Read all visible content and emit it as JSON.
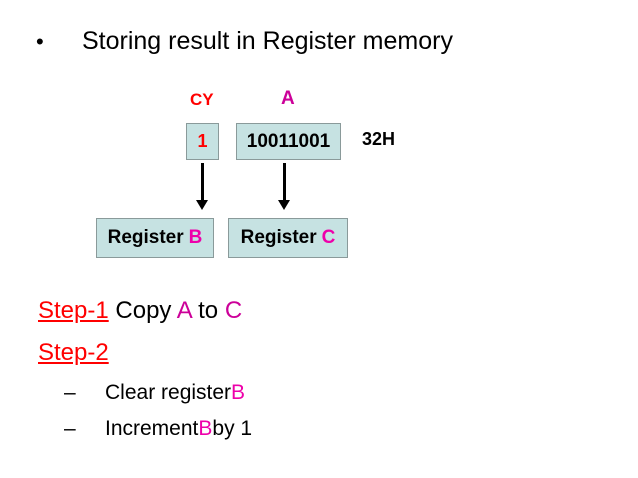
{
  "slide": {
    "title": {
      "bullet_glyph": "•",
      "text": "Storing result in Register memory"
    },
    "diagram": {
      "labels": {
        "carry_label": "CY",
        "accumulator_label": "A"
      },
      "boxes": {
        "carry_value": "1",
        "accumulator_value": "10011001",
        "hex_note": "32H"
      },
      "arrows": {
        "carry_to_b": "arrow-down-icon",
        "accumulator_to_c": "arrow-down-icon"
      },
      "registers": [
        {
          "name": "Register",
          "letter": "B"
        },
        {
          "name": "Register",
          "letter": "C"
        }
      ]
    },
    "steps": [
      {
        "key": "Step-1",
        "parts": [
          {
            "text": " Copy ",
            "accent": false
          },
          {
            "text": "A",
            "accent": true
          },
          {
            "text": " to ",
            "accent": false
          },
          {
            "text": "C",
            "accent": true
          }
        ]
      },
      {
        "key": "Step-2",
        "parts": []
      }
    ],
    "step1_rest": {
      "copy_word": " Copy ",
      "source": "A",
      "to_word": " to ",
      "dest": "C"
    },
    "sub_items": [
      {
        "dash": "–",
        "lead": "Clear register ",
        "accent": "B",
        "trail": ""
      },
      {
        "dash": "–",
        "lead": "Increment ",
        "accent": "B",
        "trail": " by 1"
      }
    ],
    "colors": {
      "carry_red": "#ff0000",
      "accent_magenta": "#cc0099",
      "register_magenta": "#ee00aa",
      "box_fill": "#c6e2e2",
      "box_border": "#8a9a9a",
      "text_black": "#000000",
      "background": "#ffffff"
    }
  }
}
